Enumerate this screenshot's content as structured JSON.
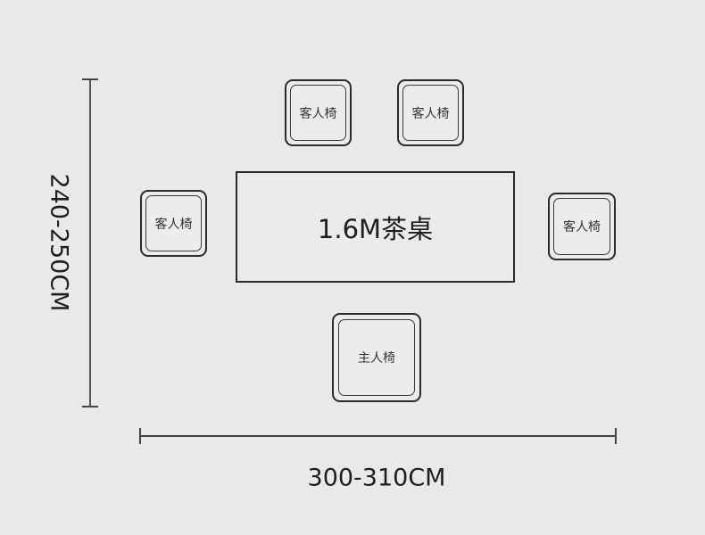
{
  "diagram": {
    "table": {
      "label": "1.6M茶桌"
    },
    "chairs": [
      {
        "label": "客人椅",
        "position": "top-left"
      },
      {
        "label": "客人椅",
        "position": "top-right"
      },
      {
        "label": "客人椅",
        "position": "left"
      },
      {
        "label": "客人椅",
        "position": "right"
      },
      {
        "label": "主人椅",
        "position": "bottom"
      }
    ],
    "dimensions": {
      "height": "240-250CM",
      "width": "300-310CM"
    }
  }
}
